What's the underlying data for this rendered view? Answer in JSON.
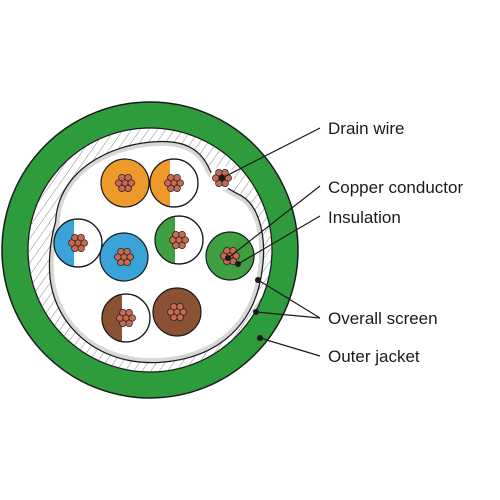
{
  "labels": {
    "drain_wire": "Drain wire",
    "copper_conductor": "Copper conductor",
    "insulation": "Insulation",
    "overall_screen": "Overall screen",
    "outer_jacket": "Outer jacket"
  },
  "colors": {
    "jacket": "#2e9c3c",
    "copper": "#c86a4f",
    "orange": "#ee9a2a",
    "blue": "#3aa3d8",
    "green": "#3ea040",
    "brown": "#8a5134",
    "white": "#ffffff",
    "screen": "#d7d7d7",
    "filler_hatch": "#555555",
    "outline": "#1a1a1a"
  },
  "wires": [
    {
      "name": "orange-solid",
      "color": "orange",
      "style": "solid"
    },
    {
      "name": "orange-white",
      "color": "orange",
      "style": "stripe"
    },
    {
      "name": "blue-white",
      "color": "blue",
      "style": "stripe"
    },
    {
      "name": "blue-solid",
      "color": "blue",
      "style": "solid"
    },
    {
      "name": "green-white",
      "color": "green",
      "style": "stripe"
    },
    {
      "name": "green-solid",
      "color": "green",
      "style": "solid"
    },
    {
      "name": "brown-white",
      "color": "brown",
      "style": "stripe"
    },
    {
      "name": "brown-solid",
      "color": "brown",
      "style": "solid"
    }
  ]
}
